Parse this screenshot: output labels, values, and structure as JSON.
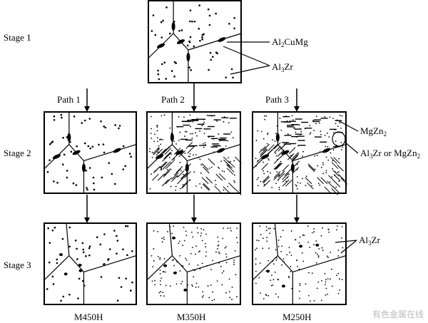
{
  "stages": [
    "Stage 1",
    "Stage 2",
    "Stage 3"
  ],
  "paths": [
    "Path 1",
    "Path 2",
    "Path 3"
  ],
  "samples": [
    "M450H",
    "M350H",
    "M250H"
  ],
  "annotations": {
    "al2cumg": {
      "main": "Al",
      "sub1": "2",
      "rest": "CuMg"
    },
    "al3zr_1": {
      "main": "Al",
      "sub1": "3",
      "rest": "Zr"
    },
    "mgzn2": {
      "main": "MgZn",
      "sub1": "2"
    },
    "al3zr_or_mgzn2": {
      "main": "Al",
      "sub1": "3",
      "rest": "Zr or MgZn",
      "sub2": "2"
    },
    "al3zr_3": {
      "main": "Al",
      "sub1": "3",
      "rest": "Zr"
    }
  },
  "watermark": "有色金属在线"
}
